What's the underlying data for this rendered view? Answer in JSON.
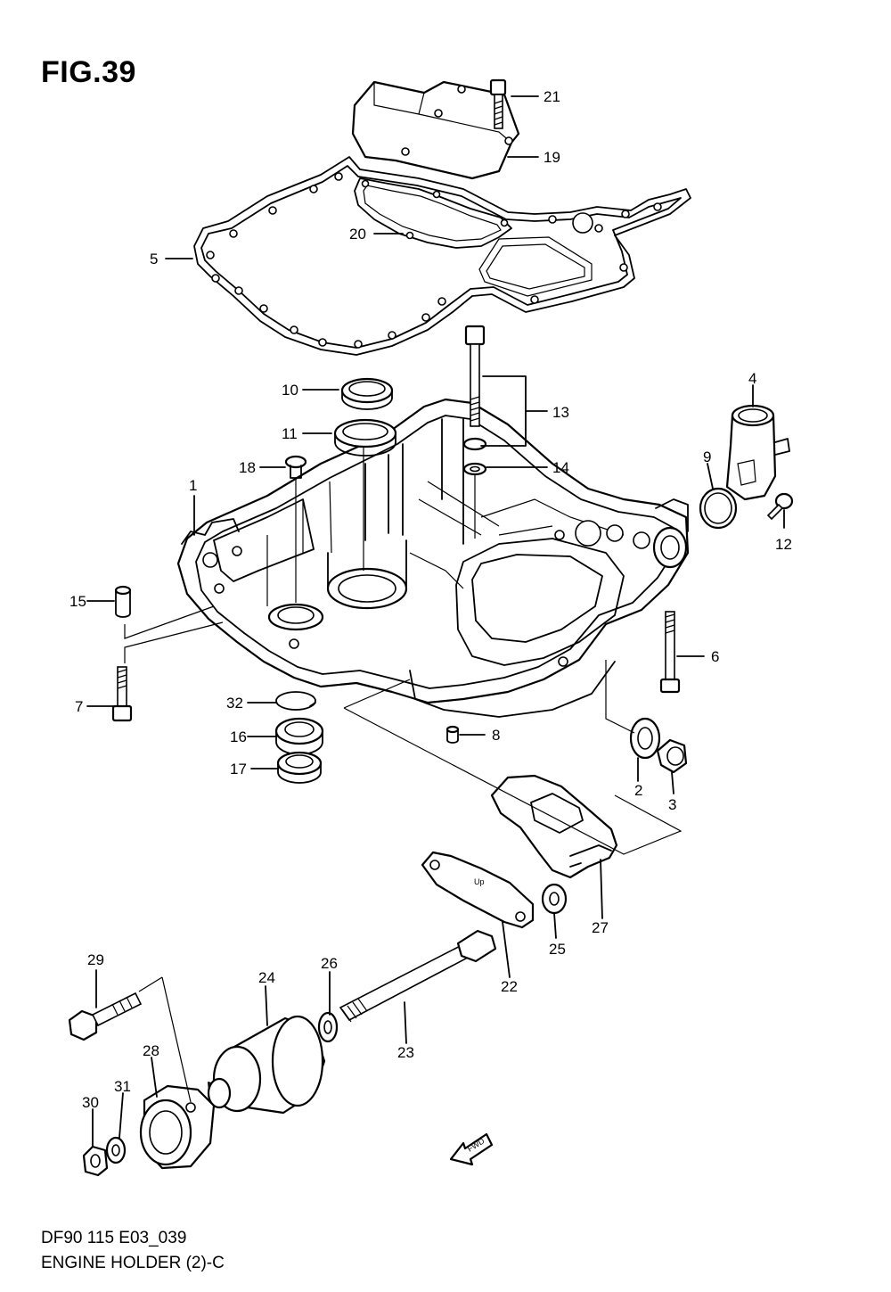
{
  "figure": {
    "title": "FIG.39",
    "code": "DF90 115 E03_039",
    "name": "ENGINE HOLDER (2)-C"
  },
  "callouts": [
    "1",
    "2",
    "3",
    "4",
    "5",
    "6",
    "7",
    "8",
    "9",
    "10",
    "11",
    "12",
    "13",
    "14",
    "15",
    "16",
    "17",
    "18",
    "19",
    "20",
    "21",
    "22",
    "23",
    "24",
    "25",
    "26",
    "27",
    "28",
    "29",
    "30",
    "31",
    "32"
  ],
  "markings": {
    "gasket_up": "Up",
    "fwd_arrow": "FWD"
  }
}
